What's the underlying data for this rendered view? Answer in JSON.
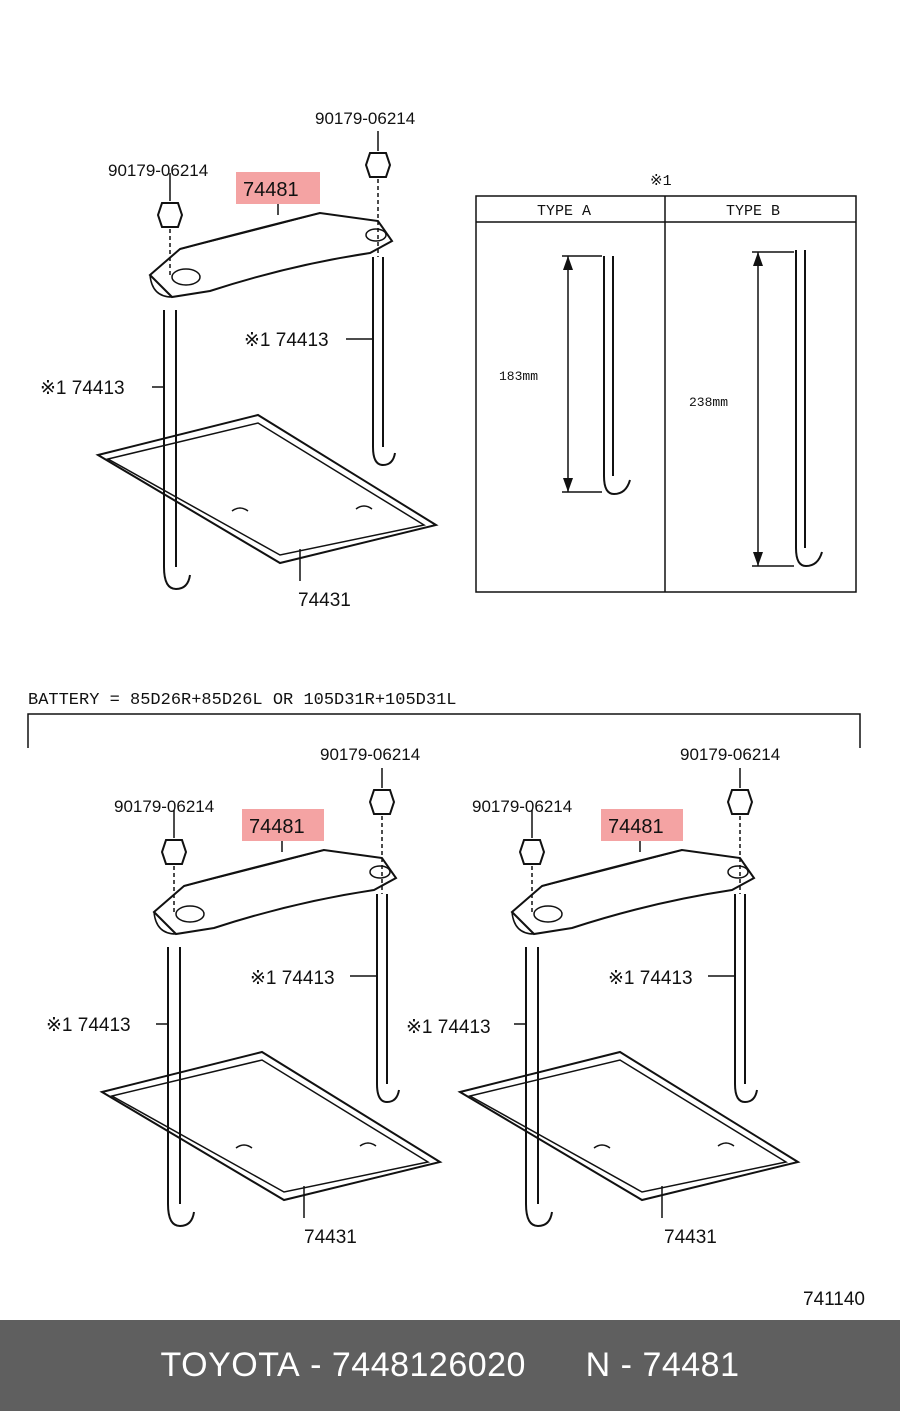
{
  "top_group": {
    "nut_left": "90179-06214",
    "nut_right": "90179-06214",
    "clamp": "74481",
    "rod_left": "※1 74413",
    "rod_right": "※1 74413",
    "tray": "74431"
  },
  "type_table": {
    "header": "※1",
    "type_a": "TYPE A",
    "type_b": "TYPE B",
    "len_a": "183mm",
    "len_b": "238mm"
  },
  "battery_note": "BATTERY = 85D26R+85D26L OR 105D31R+105D31L",
  "bottom_left": {
    "nut_left": "90179-06214",
    "nut_right": "90179-06214",
    "clamp": "74481",
    "rod_left": "※1 74413",
    "rod_right": "※1 74413",
    "tray": "74431"
  },
  "bottom_right": {
    "nut_left": "90179-06214",
    "nut_right": "90179-06214",
    "clamp": "74481",
    "rod_left": "※1 74413",
    "rod_right": "※1 74413",
    "tray": "74431"
  },
  "diagram_code": "741140",
  "footer": {
    "brand": "TOYOTA",
    "part_number": "7448126020",
    "ref_prefix": "N",
    "ref_number": "74481"
  },
  "colors": {
    "highlight": "#f4a3a3",
    "footer_bg": "#5f5f5f"
  }
}
